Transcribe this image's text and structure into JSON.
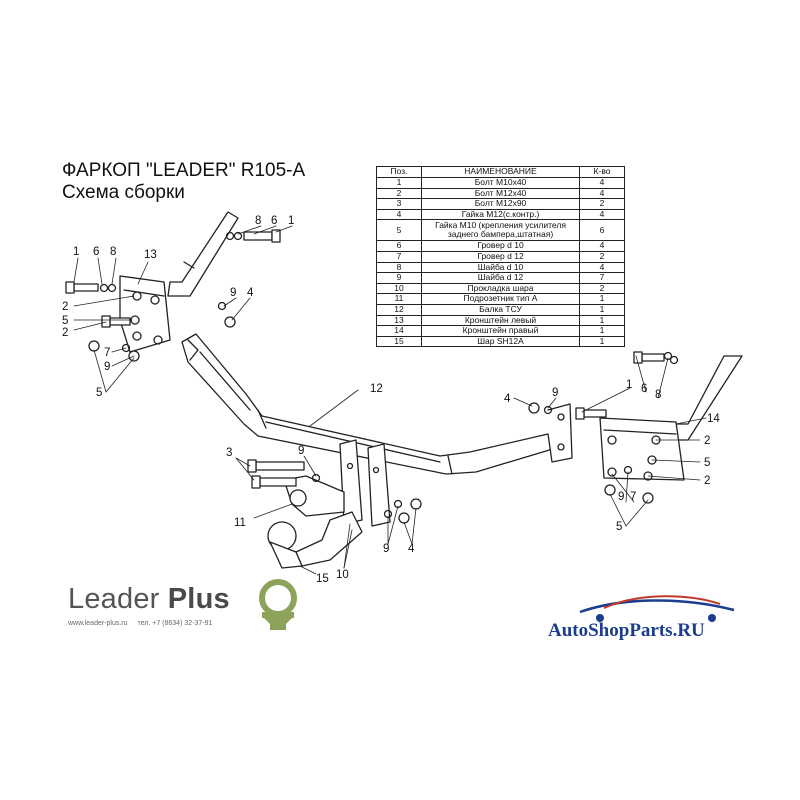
{
  "title": {
    "line1": "ФАРКОП \"LEADER\" R105-A",
    "line2": "Схема сборки"
  },
  "parts_table": {
    "headers": [
      "Поз.",
      "НАИМЕНОВАНИЕ",
      "К-во"
    ],
    "rows": [
      {
        "num": "1",
        "name": "Болт М10х40",
        "qty": "4"
      },
      {
        "num": "2",
        "name": "Болт М12х40",
        "qty": "4"
      },
      {
        "num": "3",
        "name": "Болт М12х90",
        "qty": "2"
      },
      {
        "num": "4",
        "name": "Гайка М12(с.контр.)",
        "qty": "4"
      },
      {
        "num": "5",
        "name": "Гайка М10 (крепления усилителя заднего бампера,штатная)",
        "qty": "6"
      },
      {
        "num": "6",
        "name": "Гровер d 10",
        "qty": "4"
      },
      {
        "num": "7",
        "name": "Гровер d 12",
        "qty": "2"
      },
      {
        "num": "8",
        "name": "Шайба d 10",
        "qty": "4"
      },
      {
        "num": "9",
        "name": "Шайба d 12",
        "qty": "7"
      },
      {
        "num": "10",
        "name": "Прокладка шара",
        "qty": "2"
      },
      {
        "num": "11",
        "name": "Подрозетник тип А",
        "qty": "1"
      },
      {
        "num": "12",
        "name": "Балка ТСУ",
        "qty": "1"
      },
      {
        "num": "13",
        "name": "Кронштейн левый",
        "qty": "1"
      },
      {
        "num": "14",
        "name": "Кронштейн правый",
        "qty": "1"
      },
      {
        "num": "15",
        "name": "Шар SH12A",
        "qty": "1"
      }
    ]
  },
  "callouts": [
    {
      "text": "8"
    },
    {
      "text": "6"
    },
    {
      "text": "1"
    },
    {
      "text": "1"
    },
    {
      "text": "6"
    },
    {
      "text": "8"
    },
    {
      "text": "13"
    },
    {
      "text": "2"
    },
    {
      "text": "5"
    },
    {
      "text": "2"
    },
    {
      "text": "7"
    },
    {
      "text": "9"
    },
    {
      "text": "5"
    },
    {
      "text": "9"
    },
    {
      "text": "4"
    },
    {
      "text": "12"
    },
    {
      "text": "4"
    },
    {
      "text": "9"
    },
    {
      "text": "1"
    },
    {
      "text": "6"
    },
    {
      "text": "8"
    },
    {
      "text": "14"
    },
    {
      "text": "2"
    },
    {
      "text": "5"
    },
    {
      "text": "2"
    },
    {
      "text": "9"
    },
    {
      "text": "7"
    },
    {
      "text": "5"
    },
    {
      "text": "3"
    },
    {
      "text": "9"
    },
    {
      "text": "11"
    },
    {
      "text": "9"
    },
    {
      "text": "4"
    },
    {
      "text": "10"
    },
    {
      "text": "15"
    }
  ],
  "brand": {
    "name_regular": "Leader ",
    "name_bold": "Plus",
    "website": "www.leader-plus.ru",
    "phone": "тел. +7 (8634) 32-37-91"
  },
  "watermark": {
    "text": "AutoShopParts.RU",
    "color": "#1b3c8f",
    "swoosh_color": "#c0392b"
  }
}
